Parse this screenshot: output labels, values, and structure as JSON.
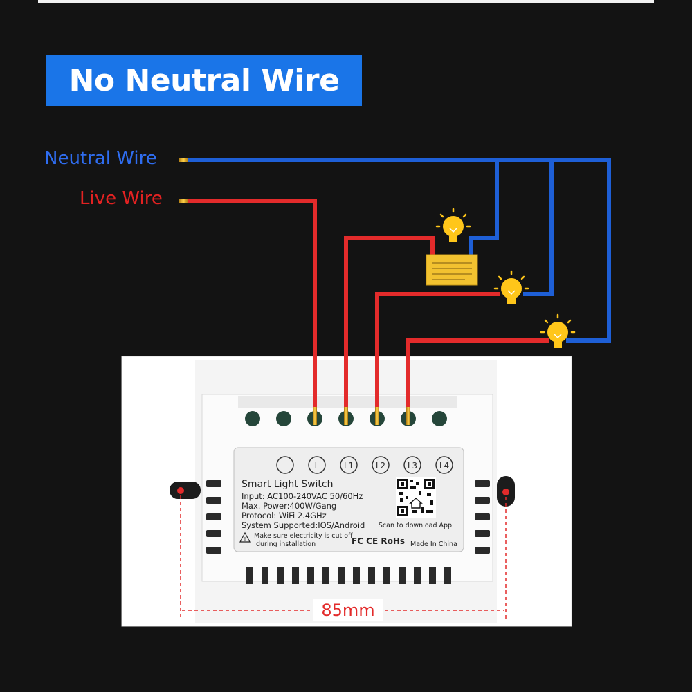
{
  "banner": {
    "title": "No Neutral Wire"
  },
  "wires": {
    "neutral_label": "Neutral Wire",
    "live_label": "Live Wire"
  },
  "switch": {
    "terminals": [
      "L",
      "L1",
      "L2",
      "L3",
      "L4"
    ],
    "title": "Smart Light Switch",
    "specs": [
      "Input: AC100-240VAC 50/60Hz",
      "Max. Power:400W/Gang",
      "Protocol: WiFi 2.4GHz",
      "System Supported:IOS/Android"
    ],
    "warning_line1": "Make sure electricity is cut off",
    "warning_line2": "during installation",
    "scan_text": "Scan to download App",
    "certs": "FC CE RoHs",
    "origin": "Made In China"
  },
  "dimension": {
    "label": "85mm"
  },
  "colors": {
    "neutral": "#1e5fd6",
    "live": "#e32b2b",
    "banner": "#1a75e8",
    "bulb": "#ffc61a",
    "capacitor": "#f2c230"
  }
}
